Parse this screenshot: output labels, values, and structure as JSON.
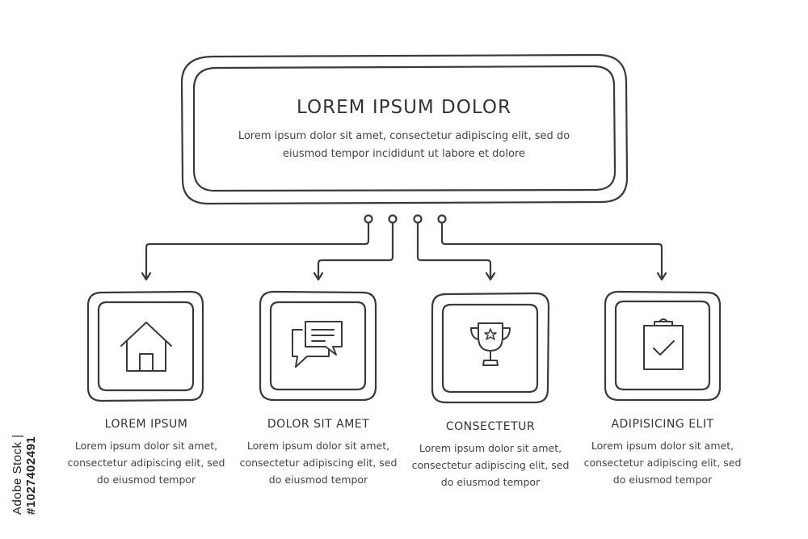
{
  "header": {
    "title": "LOREM IPSUM DOLOR",
    "line1": "Lorem ipsum dolor sit amet, consectetur adipiscing elit, sed do",
    "line2": "eiusmod tempor incididunt ut labore et dolore"
  },
  "cards": [
    {
      "title": "LOREM IPSUM",
      "icon": "home-icon",
      "lines": [
        "Lorem ipsum dolor sit amet,",
        "consectetur adipiscing elit, sed",
        "do eiusmod tempor"
      ]
    },
    {
      "title": "DOLOR SIT AMET",
      "icon": "chat-bubbles-icon",
      "lines": [
        "Lorem ipsum dolor sit amet,",
        "consectetur adipiscing elit, sed",
        "do eiusmod tempor"
      ]
    },
    {
      "title": "CONSECTETUR",
      "icon": "trophy-icon",
      "lines": [
        "Lorem ipsum dolor sit amet,",
        "consectetur adipiscing elit, sed",
        "do eiusmod tempor"
      ]
    },
    {
      "title": "ADIPISICING ELIT",
      "icon": "clipboard-check-icon",
      "lines": [
        "Lorem ipsum dolor sit amet,",
        "consectetur adipiscing elit, sed",
        "do eiusmod tempor"
      ]
    }
  ],
  "stock": {
    "prefix": "Adobe Stock | ",
    "number": "#1027402491"
  },
  "colors": {
    "ink": "#3a3a3a",
    "background": "#ffffff"
  }
}
